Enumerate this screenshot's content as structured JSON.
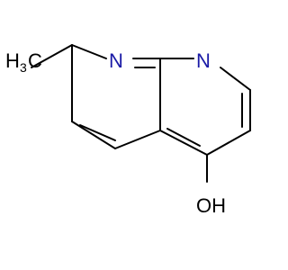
{
  "molecule": {
    "atoms": {
      "n_left": "N",
      "n_right": "N",
      "methyl_h": "H",
      "methyl_sub": "3",
      "methyl_c": "C",
      "hydroxyl": "OH"
    }
  },
  "colors": {
    "bond": "#000000",
    "nitrogen": "#1a1aa6",
    "background": "#ffffff"
  }
}
